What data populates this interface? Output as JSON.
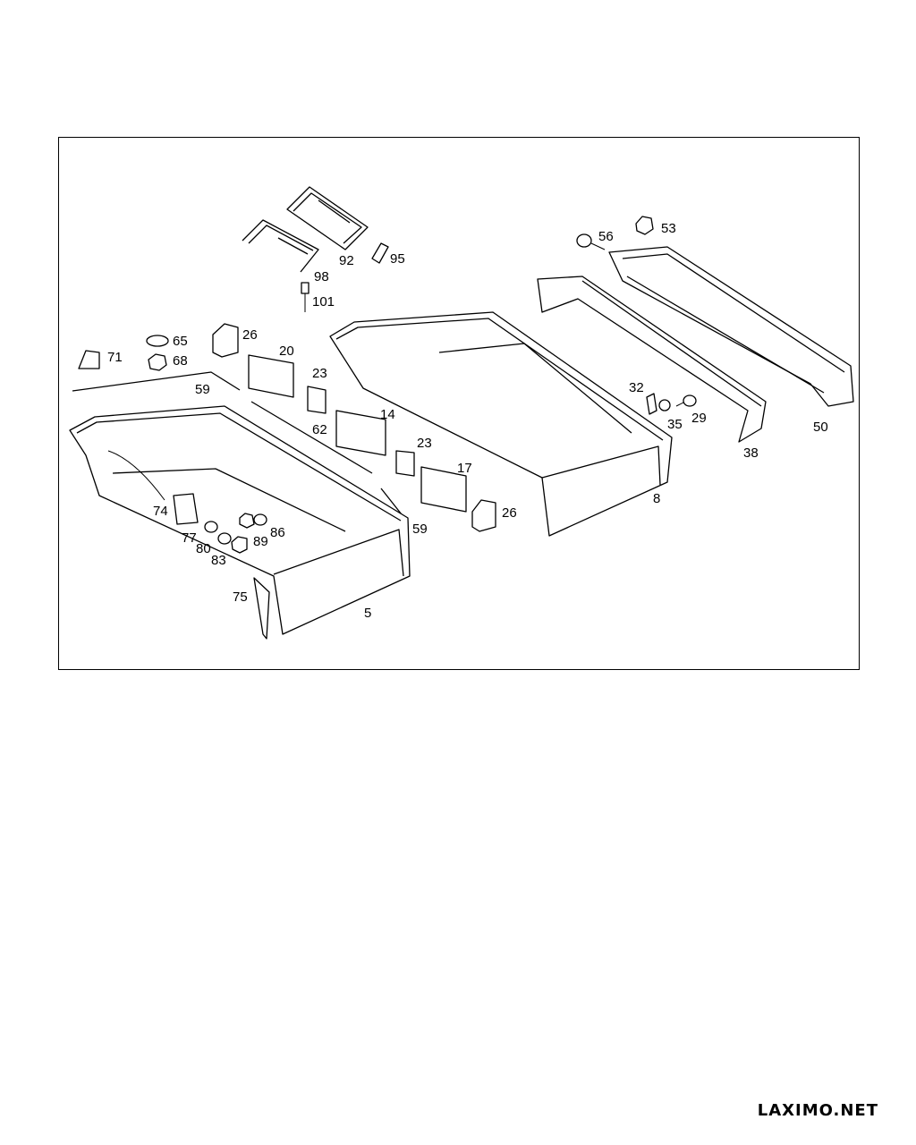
{
  "diagram": {
    "labels": [
      {
        "id": "5",
        "text": "5"
      },
      {
        "id": "8",
        "text": "8"
      },
      {
        "id": "14",
        "text": "14"
      },
      {
        "id": "17",
        "text": "17"
      },
      {
        "id": "20",
        "text": "20"
      },
      {
        "id": "23a",
        "text": "23"
      },
      {
        "id": "23b",
        "text": "23"
      },
      {
        "id": "26a",
        "text": "26"
      },
      {
        "id": "26b",
        "text": "26"
      },
      {
        "id": "29",
        "text": "29"
      },
      {
        "id": "32",
        "text": "32"
      },
      {
        "id": "35",
        "text": "35"
      },
      {
        "id": "38",
        "text": "38"
      },
      {
        "id": "50",
        "text": "50"
      },
      {
        "id": "53",
        "text": "53"
      },
      {
        "id": "56",
        "text": "56"
      },
      {
        "id": "59a",
        "text": "59"
      },
      {
        "id": "59b",
        "text": "59"
      },
      {
        "id": "62",
        "text": "62"
      },
      {
        "id": "65",
        "text": "65"
      },
      {
        "id": "68",
        "text": "68"
      },
      {
        "id": "71",
        "text": "71"
      },
      {
        "id": "74",
        "text": "74"
      },
      {
        "id": "75",
        "text": "75"
      },
      {
        "id": "77",
        "text": "77"
      },
      {
        "id": "80",
        "text": "80"
      },
      {
        "id": "83",
        "text": "83"
      },
      {
        "id": "86",
        "text": "86"
      },
      {
        "id": "89",
        "text": "89"
      },
      {
        "id": "92",
        "text": "92"
      },
      {
        "id": "95",
        "text": "95"
      },
      {
        "id": "98",
        "text": "98"
      },
      {
        "id": "101",
        "text": "101"
      }
    ]
  },
  "watermark": "LAXIMO.NET"
}
